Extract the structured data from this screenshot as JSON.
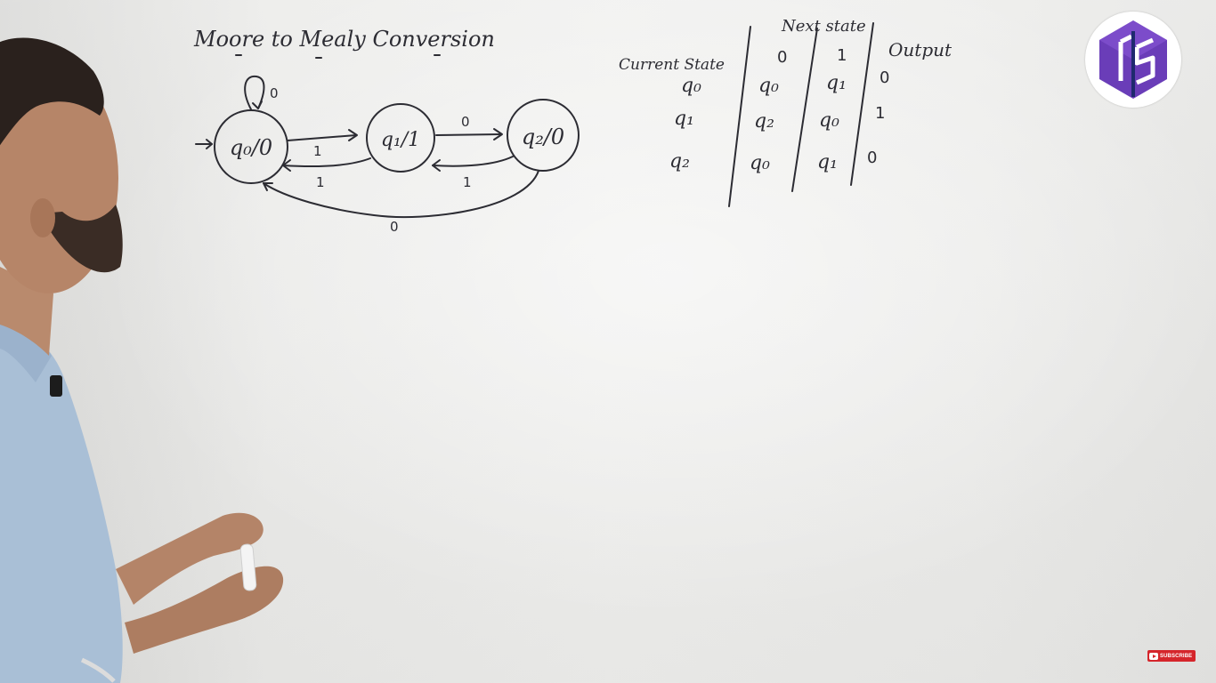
{
  "title": "Moore to Mealy Conversion",
  "diagram": {
    "states": [
      {
        "label": "q₀/0",
        "initial": true
      },
      {
        "label": "q₁/1"
      },
      {
        "label": "q₂/0"
      }
    ],
    "transitions": [
      {
        "from": "q₀",
        "to": "q₀",
        "label": "0"
      },
      {
        "from": "q₀",
        "to": "q₁",
        "label": "1"
      },
      {
        "from": "q₁",
        "to": "q₀",
        "label": "1"
      },
      {
        "from": "q₁",
        "to": "q₂",
        "label": "0"
      },
      {
        "from": "q₂",
        "to": "q₁",
        "label": "1"
      },
      {
        "from": "q₂",
        "to": "q₀",
        "label": "0"
      }
    ]
  },
  "table": {
    "header_group": "Next state",
    "col_current": "Current State",
    "col_zero": "0",
    "col_one": "1",
    "col_output": "Output",
    "rows": [
      {
        "current": "q₀",
        "next0": "q₀",
        "next1": "q₁",
        "output": "0"
      },
      {
        "current": "q₁",
        "next0": "q₂",
        "next1": "q₀",
        "output": "1"
      },
      {
        "current": "q₂",
        "next0": "q₀",
        "next1": "q₁",
        "output": "0"
      }
    ]
  },
  "logo_icon": "gs-hexagon-logo",
  "subscribe_label": "SUBSCRIBE",
  "colors": {
    "ink": "#2c2c33",
    "logo_purple": "#6a3db8",
    "subscribe_red": "#d5252b",
    "shirt": "#a9bfd6"
  }
}
